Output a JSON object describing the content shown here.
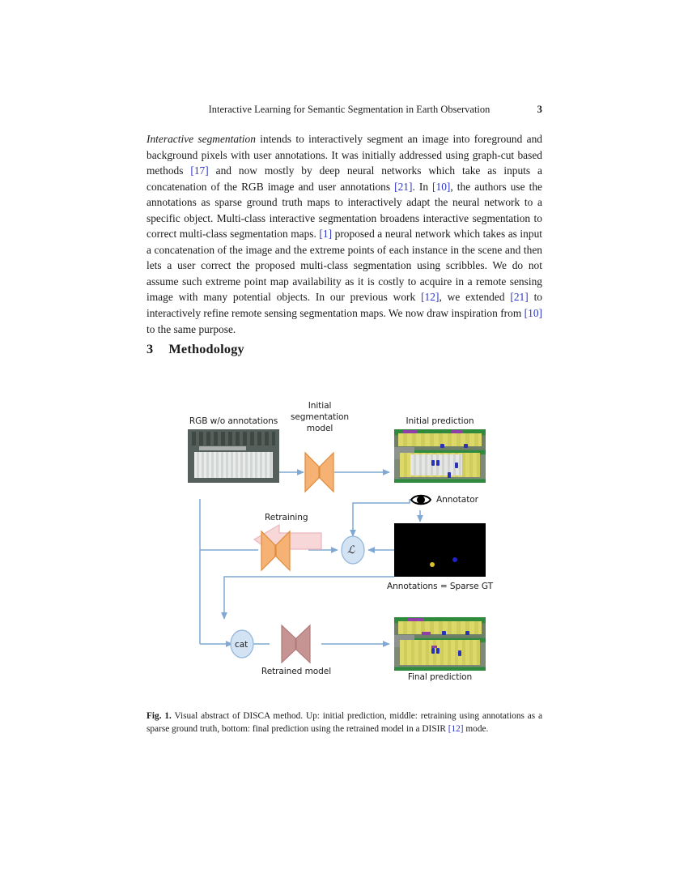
{
  "running_head": {
    "title": "Interactive Learning for Semantic Segmentation in Earth Observation",
    "page_number": "3"
  },
  "body": {
    "paragraph_1": {
      "lead_italic": "Interactive segmentation",
      "segments": [
        {
          "text": " intends to interactively segment an image into foreground and background pixels with user annotations. It was initially addressed using graph-cut based methods "
        },
        {
          "ref": "[17]"
        },
        {
          "text": " and now mostly by deep neural networks which take as inputs a concatenation of the RGB image and user annotations "
        },
        {
          "ref": "[21]"
        },
        {
          "text": ". In "
        },
        {
          "ref": "[10]"
        },
        {
          "text": ", the authors use the annotations as sparse ground truth maps to interactively adapt the neural network to a specific object. Multi-class interactive segmentation broadens interactive segmentation to correct multi-class segmentation maps. "
        },
        {
          "ref": "[1]"
        },
        {
          "text": " proposed a neural network which takes as input a concatenation of the image and the extreme points of each instance in the scene and then lets a user correct the proposed multi-class segmentation using scribbles. We do not assume such extreme point map availability as it is costly to acquire in a remote sensing image with many potential objects. In our previous work "
        },
        {
          "ref": "[12]"
        },
        {
          "text": ", we extended "
        },
        {
          "ref": "[21]"
        },
        {
          "text": " to interactively refine remote sensing segmentation maps. We now draw inspiration from "
        },
        {
          "ref": "[10]"
        },
        {
          "text": " to the same purpose."
        }
      ]
    }
  },
  "section": {
    "number": "3",
    "title": "Methodology"
  },
  "figure": {
    "labels": {
      "rgb_input": "RGB w/o annotations",
      "initial_model_line1": "Initial",
      "initial_model_line2": "segmentation",
      "initial_model_line3": "model",
      "initial_prediction": "Initial prediction",
      "annotator": "Annotator",
      "retraining": "Retraining",
      "loss_symbol": "ℒ",
      "annotations": "Annotations = Sparse GT",
      "concat": "cat",
      "retrained_model": "Retrained model",
      "final_prediction": "Final prediction"
    },
    "colors": {
      "initial_model_fill": "#f5b274",
      "initial_model_stroke": "#e08b3c",
      "retrained_model_fill": "#c79494",
      "retrained_model_stroke": "#b07a7a",
      "retraining_arrow_fill": "#f8d7d9",
      "retraining_arrow_stroke": "#e9b8bc",
      "loss_ellipse_fill": "#d4e3f4",
      "loss_ellipse_stroke": "#8fb4d9",
      "concat_ellipse_fill": "#d4e3f4",
      "concat_ellipse_stroke": "#8fb4d9",
      "connector": "#7fa8d4",
      "annotation_panel": "#000000",
      "annotation_dot_1": "#d8c227",
      "annotation_dot_2": "#2222cc"
    }
  },
  "caption": {
    "label": "Fig. 1.",
    "segments": [
      {
        "text": " Visual abstract of DISCA method. Up: initial prediction, middle: retraining using annotations as a sparse ground truth, bottom: final prediction using the retrained model in a DISIR "
      },
      {
        "ref": "[12]"
      },
      {
        "text": " mode."
      }
    ]
  }
}
